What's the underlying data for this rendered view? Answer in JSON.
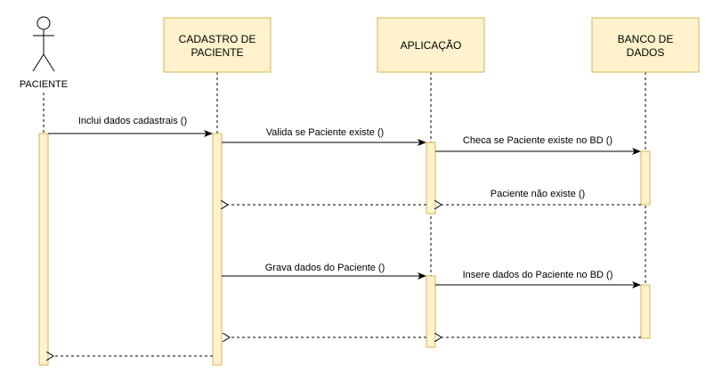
{
  "actor": {
    "label": "PACIENTE"
  },
  "participants": [
    {
      "id": "cadastro",
      "line1": "CADASTRO DE",
      "line2": "PACIENTE"
    },
    {
      "id": "aplicacao",
      "line1": "APLICAÇÃO",
      "line2": ""
    },
    {
      "id": "banco",
      "line1": "BANCO DE",
      "line2": "DADOS"
    }
  ],
  "messages": [
    {
      "label": "Inclui dados cadastrais ()",
      "from": "actor",
      "to": "cadastro",
      "kind": "call"
    },
    {
      "label": "Valida se Paciente existe ()",
      "from": "cadastro",
      "to": "aplicacao",
      "kind": "call"
    },
    {
      "label": "Checa se Paciente existe no BD ()",
      "from": "aplicacao",
      "to": "banco",
      "kind": "call"
    },
    {
      "label": "Paciente não existe ()",
      "from": "banco",
      "to": "aplicacao",
      "kind": "return"
    },
    {
      "label": "",
      "from": "aplicacao",
      "to": "cadastro",
      "kind": "return"
    },
    {
      "label": "Grava dados do Paciente ()",
      "from": "cadastro",
      "to": "aplicacao",
      "kind": "call"
    },
    {
      "label": "Insere dados do Paciente no BD ()",
      "from": "aplicacao",
      "to": "banco",
      "kind": "call"
    },
    {
      "label": "",
      "from": "banco",
      "to": "aplicacao",
      "kind": "return"
    },
    {
      "label": "",
      "from": "aplicacao",
      "to": "cadastro",
      "kind": "return"
    },
    {
      "label": "",
      "from": "cadastro",
      "to": "actor",
      "kind": "return"
    }
  ],
  "colors": {
    "box_fill": "#fff2cc",
    "box_stroke": "#d6b656",
    "line": "#000000"
  }
}
